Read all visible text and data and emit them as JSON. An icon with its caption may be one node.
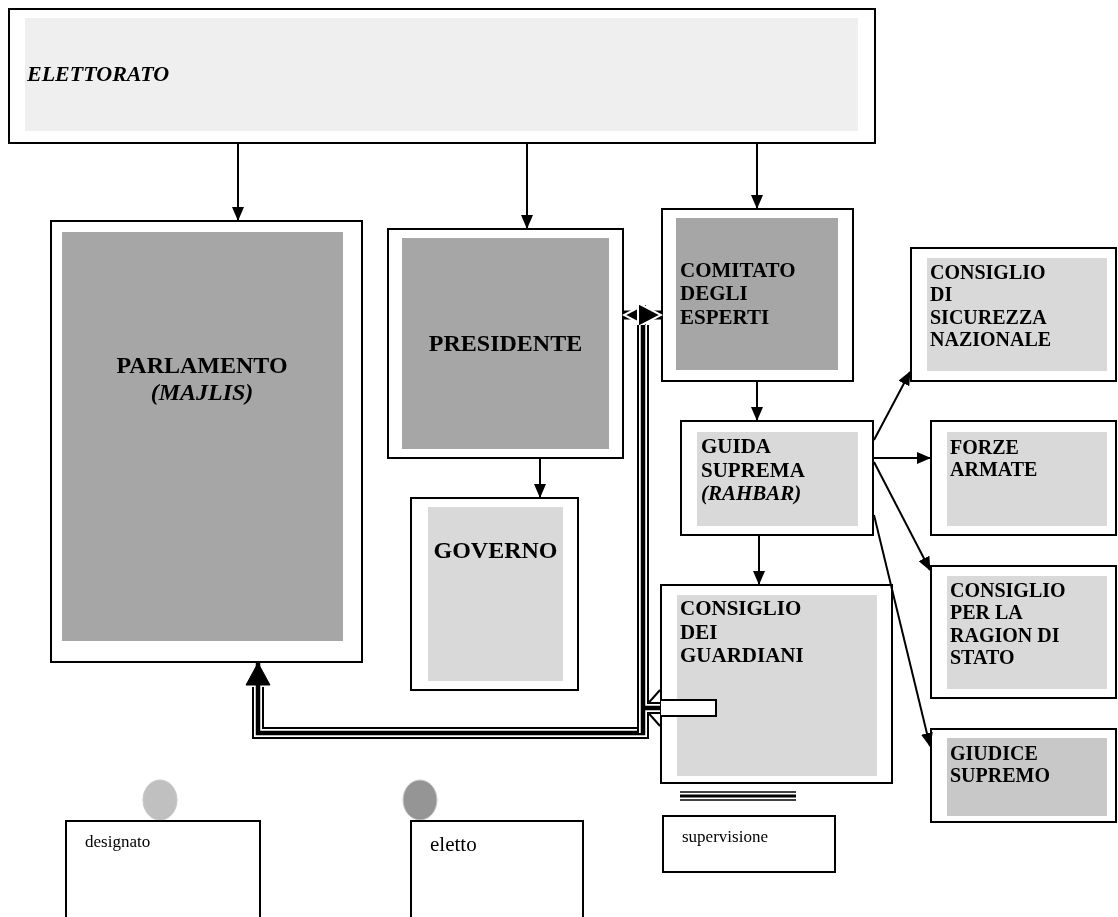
{
  "diagram": {
    "nodes": [
      {
        "text": [
          "ELETTORATO"
        ]
      },
      {
        "text": [
          "PARLAMENTO *(MAJLIS)*"
        ]
      },
      {
        "text": [
          "PRESIDENTE"
        ]
      },
      {
        "text": [
          "COMITATO DEGLI ESPERTI"
        ]
      },
      {
        "text": [
          "GUIDA SUPREMA *(RAHBAR)*"
        ]
      },
      {
        "text": [
          "CONSIGLIO DI SICUREZZA NAZIONALE"
        ]
      },
      {
        "text": [
          "FORZE ARMATE"
        ]
      },
      {
        "text": [
          "GOVERNO"
        ]
      },
      {
        "text": [
          "CONSIGLIO DEI GUARDIANI"
        ]
      },
      {
        "text": [
          "CONSIGLIO PER LA RAGION DI STATO"
        ]
      },
      {
        "text": [
          "GIUDICE SUPREMO"
        ]
      }
    ],
    "edges": [
      {
        "from": 0,
        "to": 1,
        "arrow": "to"
      },
      {
        "from": 0,
        "to": 2,
        "arrow": "to"
      },
      {
        "from": 0,
        "to": 3,
        "arrow": "to"
      },
      {
        "from": 2,
        "to": 3,
        "arrow": "both",
        "style": "thick"
      },
      {
        "from": 3,
        "to": 4,
        "arrow": "to"
      },
      {
        "from": 2,
        "to": 7,
        "arrow": "to"
      },
      {
        "from": 4,
        "to": 8,
        "arrow": "to"
      },
      {
        "from": 4,
        "to": 5,
        "arrow": "to"
      },
      {
        "from": 4,
        "to": 6,
        "arrow": "to"
      },
      {
        "from": 4,
        "to": 9,
        "arrow": "to"
      },
      {
        "from": 4,
        "to": 10,
        "arrow": "to"
      },
      {
        "from": 8,
        "to": 1,
        "arrow": "to",
        "style": "thick"
      },
      {
        "from": 8,
        "to": null,
        "arrow": "none",
        "style": "thick"
      }
    ],
    "legend": [
      {
        "text": "designato",
        "color": "#c0c0c0"
      },
      {
        "text": "eletto",
        "color": "#959595"
      },
      {
        "text": "supervisione"
      }
    ]
  }
}
